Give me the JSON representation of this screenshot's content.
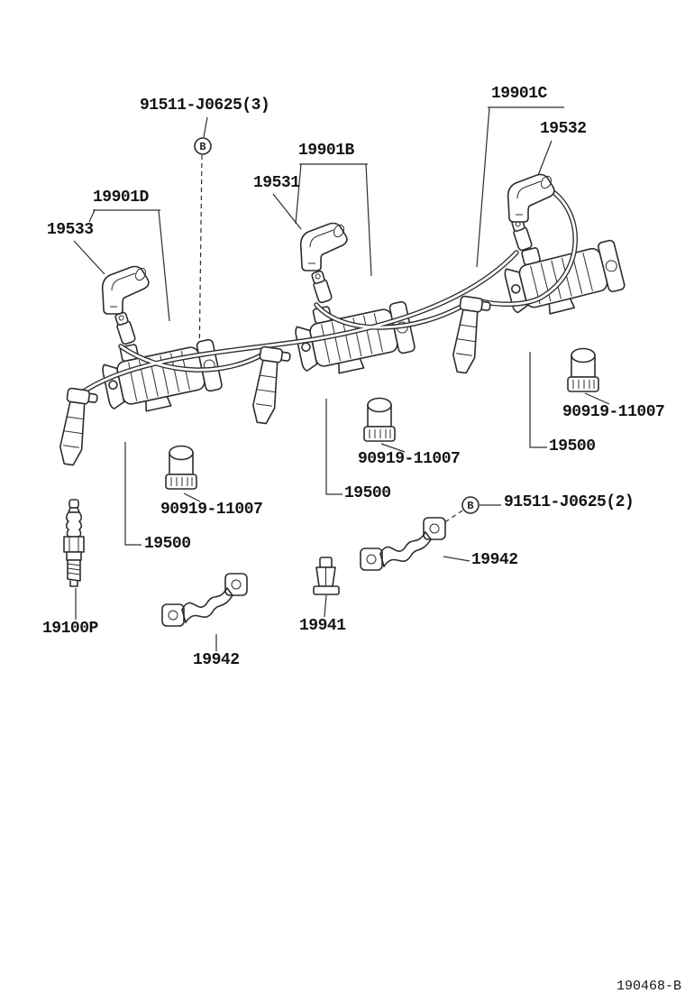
{
  "page": {
    "background": "#ffffff",
    "line_color": "#2d2d2d",
    "text_color": "#141414",
    "drawing_code": "190468-B"
  },
  "symbols": {
    "bolt_marker": "B"
  },
  "labels": [
    {
      "key": "bolt-top",
      "text": "91511-J0625(3)"
    },
    {
      "key": "wire-set-c",
      "text": "19901C"
    },
    {
      "key": "grommet-19532",
      "text": "19532"
    },
    {
      "key": "wire-set-b",
      "text": "19901B"
    },
    {
      "key": "grommet-19531",
      "text": "19531"
    },
    {
      "key": "wire-set-d",
      "text": "19901D"
    },
    {
      "key": "grommet-19533",
      "text": "19533"
    },
    {
      "key": "cap-right",
      "text": "90919-11007"
    },
    {
      "key": "coil-right",
      "text": "19500"
    },
    {
      "key": "cap-center",
      "text": "90919-11007"
    },
    {
      "key": "coil-center",
      "text": "19500"
    },
    {
      "key": "bolt-right",
      "text": "91511-J0625(2)"
    },
    {
      "key": "clamp-right",
      "text": "19942"
    },
    {
      "key": "clamp-small",
      "text": "19941"
    },
    {
      "key": "spark-plug",
      "text": "19100P"
    },
    {
      "key": "clamp-bottom",
      "text": "19942"
    }
  ]
}
